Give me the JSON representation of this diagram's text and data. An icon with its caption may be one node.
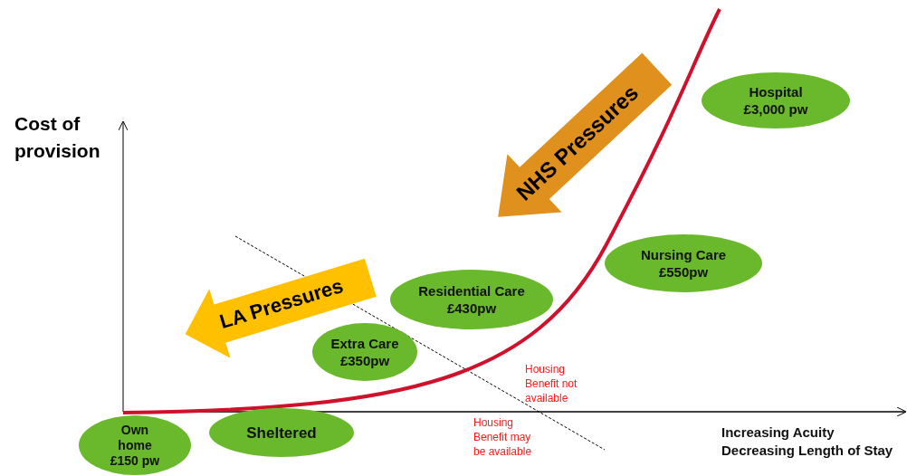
{
  "diagram": {
    "nodes": [
      {
        "text": [
          "Hospital £3,000 pw"
        ]
      },
      {
        "text": [
          "Nursing Care £550pw"
        ]
      },
      {
        "text": [
          "Residential Care £430pw"
        ]
      },
      {
        "text": [
          "Extra Care £350pw"
        ]
      },
      {
        "text": [
          "Sheltered"
        ]
      },
      {
        "text": [
          "Own home £150 pw"
        ]
      }
    ],
    "labels": [
      "Cost of provision",
      "NHS Pressures",
      "LA Pressures",
      "Housing Benefit not available",
      "Housing Benefit may be available",
      "Increasing Acuity Decreasing Length of Stay"
    ]
  }
}
